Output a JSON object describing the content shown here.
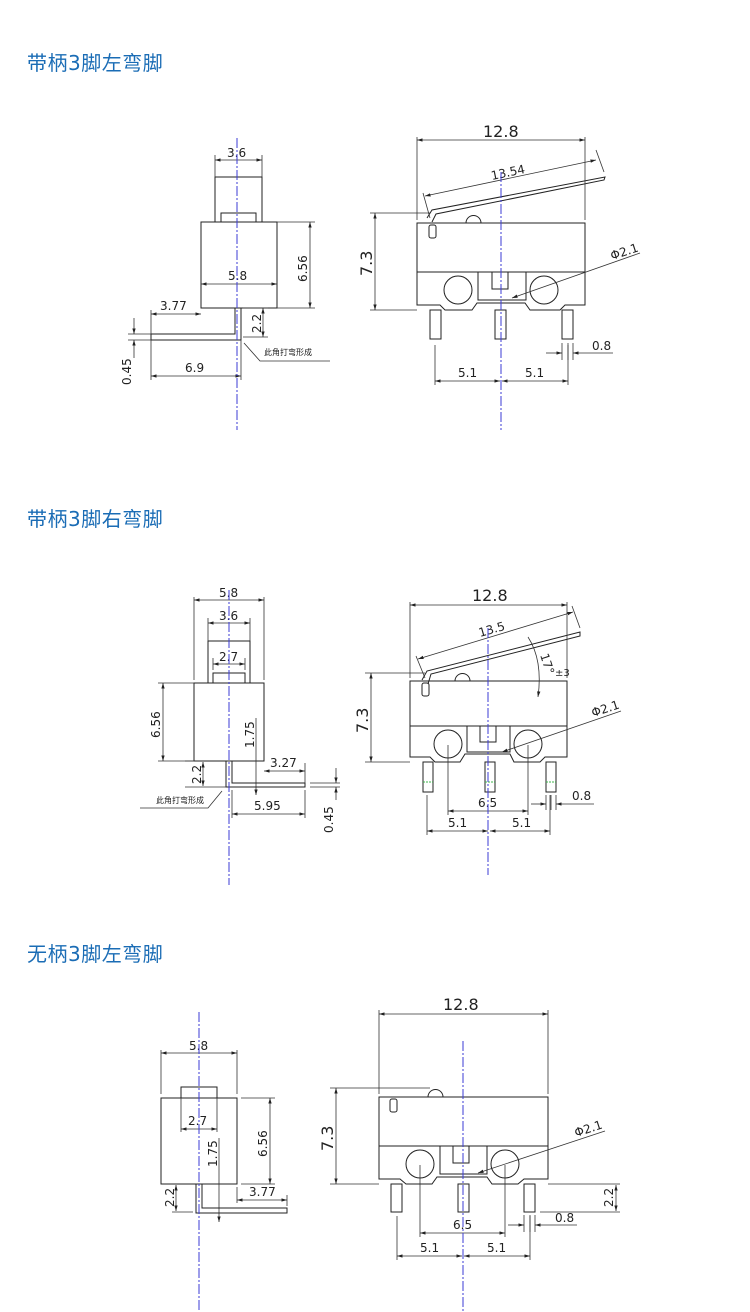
{
  "sections": [
    {
      "title": "带柄3脚左弯脚",
      "side_view": {
        "dims": {
          "lever_width": "3.6",
          "body_width": "5.8",
          "body_height": "6.56",
          "pin_offset": "3.77",
          "pin_drop": "2.2",
          "pin_length": "6.9",
          "pin_thickness": "0.45"
        },
        "note": "此角打弯形成"
      },
      "front_view": {
        "dims": {
          "overall_width": "12.8",
          "lever_length": "13.54",
          "body_height": "7.3",
          "hole_diameter": "Φ2.1",
          "pin_pitch_left": "5.1",
          "pin_pitch_right": "5.1",
          "pin_width": "0.8"
        }
      }
    },
    {
      "title": "带柄3脚右弯脚",
      "side_view": {
        "dims": {
          "body_width": "5.8",
          "lever_width": "3.6",
          "plunger_width": "2.7",
          "body_height": "6.56",
          "plunger_offset": "1.75",
          "pin_drop": "2.2",
          "pin_offset": "3.27",
          "pin_length": "5.95",
          "pin_thickness": "0.45"
        },
        "note": "此角打弯形成"
      },
      "front_view": {
        "dims": {
          "overall_width": "12.8",
          "lever_length": "13.5",
          "lever_angle": "17°",
          "lever_angle_tol": "±3",
          "body_height": "7.3",
          "hole_diameter": "Φ2.1",
          "hole_pitch": "6.5",
          "pin_pitch_left": "5.1",
          "pin_pitch_right": "5.1",
          "pin_width": "0.8"
        }
      }
    },
    {
      "title": "无柄3脚左弯脚",
      "side_view": {
        "dims": {
          "body_width": "5.8",
          "plunger_width": "2.7",
          "plunger_offset": "1.75",
          "body_height": "6.56",
          "pin_drop": "2.2",
          "pin_offset": "3.77"
        }
      },
      "front_view": {
        "dims": {
          "overall_width": "12.8",
          "body_height": "7.3",
          "hole_diameter": "Φ2.1",
          "hole_pitch": "6.5",
          "pin_pitch_left": "5.1",
          "pin_pitch_right": "5.1",
          "pin_width": "0.8",
          "pin_length": "2.2"
        }
      }
    }
  ]
}
